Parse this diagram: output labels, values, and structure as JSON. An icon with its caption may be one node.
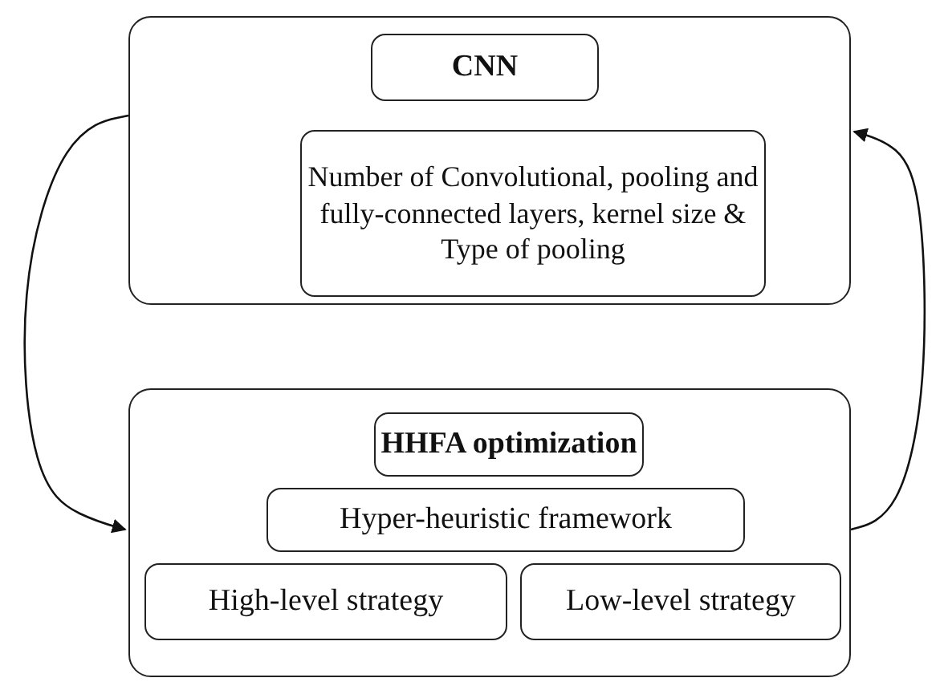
{
  "diagram": {
    "nodes": [
      {
        "text": [],
        "shape": "box"
      },
      {
        "text": [
          "CNN"
        ],
        "in": 0
      },
      {
        "text": [
          "Number of Convolutional, pooling and fully-connected layers, kernel size & Type of pooling"
        ],
        "in": 0
      },
      {
        "text": [],
        "shape": "box"
      },
      {
        "text": [
          "HHFA optimization"
        ],
        "in": 3
      },
      {
        "text": [
          "Hyper-heuristic framework"
        ],
        "in": 3
      },
      {
        "text": [
          "High-level strategy"
        ],
        "in": 3
      },
      {
        "text": [
          "Low-level strategy"
        ],
        "in": 3
      }
    ],
    "edges": [
      {
        "from": 0,
        "to": 3,
        "arrow": "to"
      },
      {
        "from": 3,
        "to": 0,
        "arrow": "to"
      }
    ]
  }
}
